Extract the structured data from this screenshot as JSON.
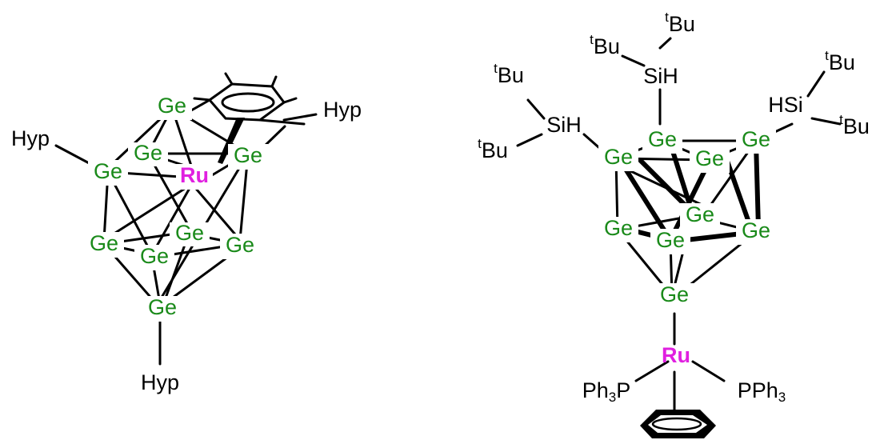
{
  "colors": {
    "germanium": "#1a8a1a",
    "ruthenium": "#e020e0",
    "bond": "#000000"
  },
  "left_cluster": {
    "ge_label": "Ge",
    "ru_label": "Ru",
    "hyp_label": "Hyp"
  },
  "right_cluster": {
    "ge_label": "Ge",
    "ru_label": "Ru",
    "sih_label": "SiH",
    "hsi_label": "HSi",
    "tbu_sup": "t",
    "tbu_main": "Bu",
    "ph3p_left": "Ph",
    "ph3p_left_sub": "3",
    "ph3p_left_tail": "P",
    "pph3_head": "PPh",
    "pph3_sub": "3"
  }
}
